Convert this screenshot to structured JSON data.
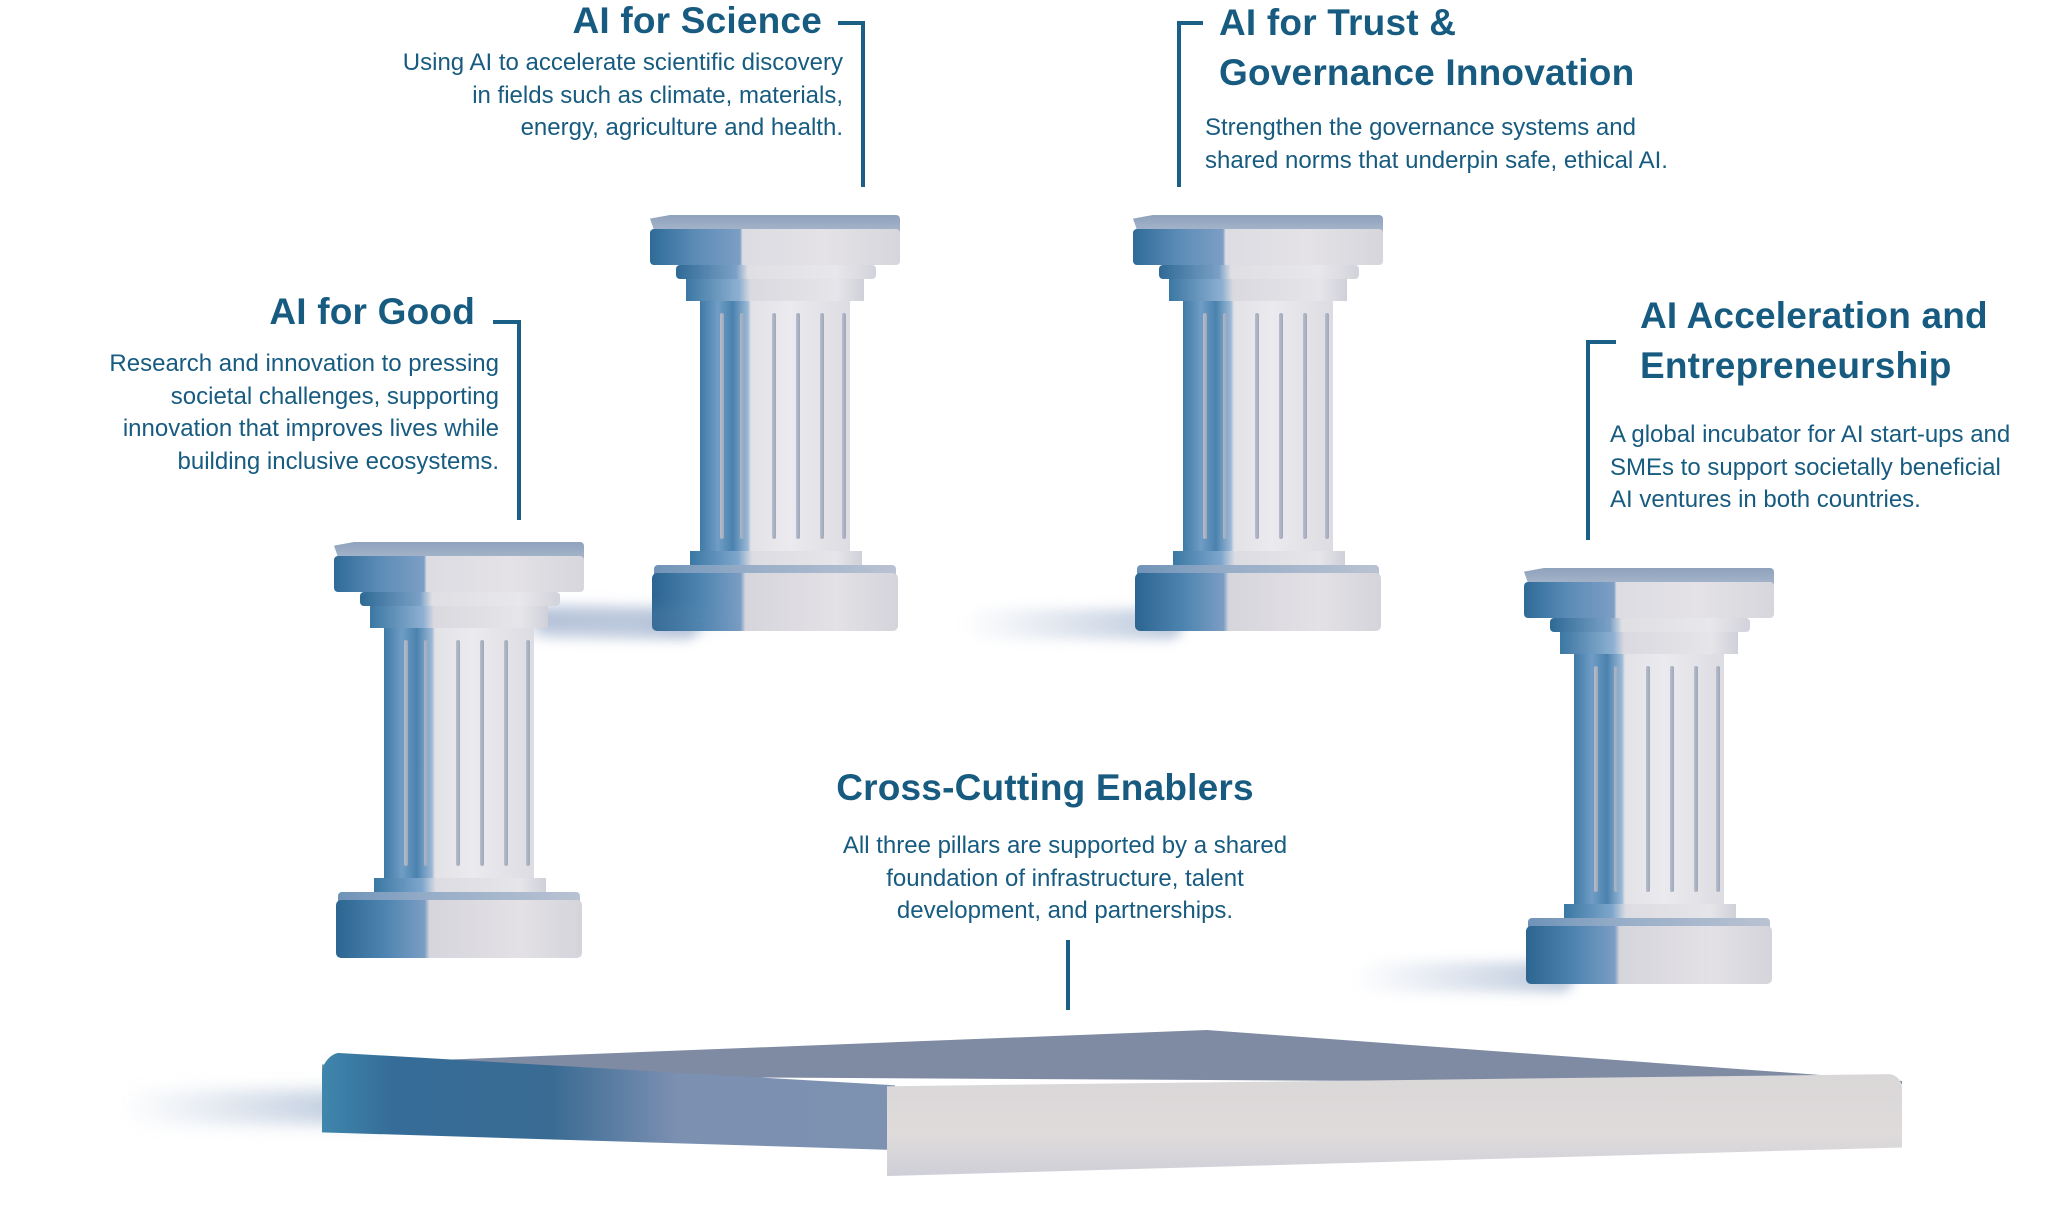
{
  "colors": {
    "text_primary": "#175b80",
    "connector_line": "#1a5f85",
    "pillar_shadow_blue": "#3f7aa6",
    "pillar_marble": "#e3e2e7",
    "background": "#ffffff"
  },
  "pillars": [
    {
      "id": "ai-for-good",
      "title": "AI for Good",
      "description_lines": [
        "Research and innovation to pressing",
        "societal challenges, supporting",
        "innovation that improves lives while",
        "building inclusive ecosystems."
      ]
    },
    {
      "id": "ai-for-science",
      "title": "AI for Science",
      "description_lines": [
        "Using AI to accelerate scientific discovery",
        "in fields such as climate, materials,",
        "energy, agriculture and health."
      ]
    },
    {
      "id": "ai-for-trust",
      "title_lines": [
        "AI for Trust &",
        "Governance Innovation"
      ],
      "description_lines": [
        "Strengthen the governance systems and",
        "shared norms that underpin safe, ethical AI."
      ]
    },
    {
      "id": "ai-acceleration",
      "title_lines": [
        "AI Acceleration and",
        "Entrepreneurship"
      ],
      "description_lines": [
        "A  global incubator for AI start-ups and",
        "SMEs to support societally beneficial",
        "AI ventures in both countries."
      ]
    }
  ],
  "foundation": {
    "title": "Cross-Cutting Enablers",
    "description_lines": [
      "All three pillars are supported by a shared",
      "foundation of infrastructure, talent",
      "development, and partnerships."
    ]
  }
}
